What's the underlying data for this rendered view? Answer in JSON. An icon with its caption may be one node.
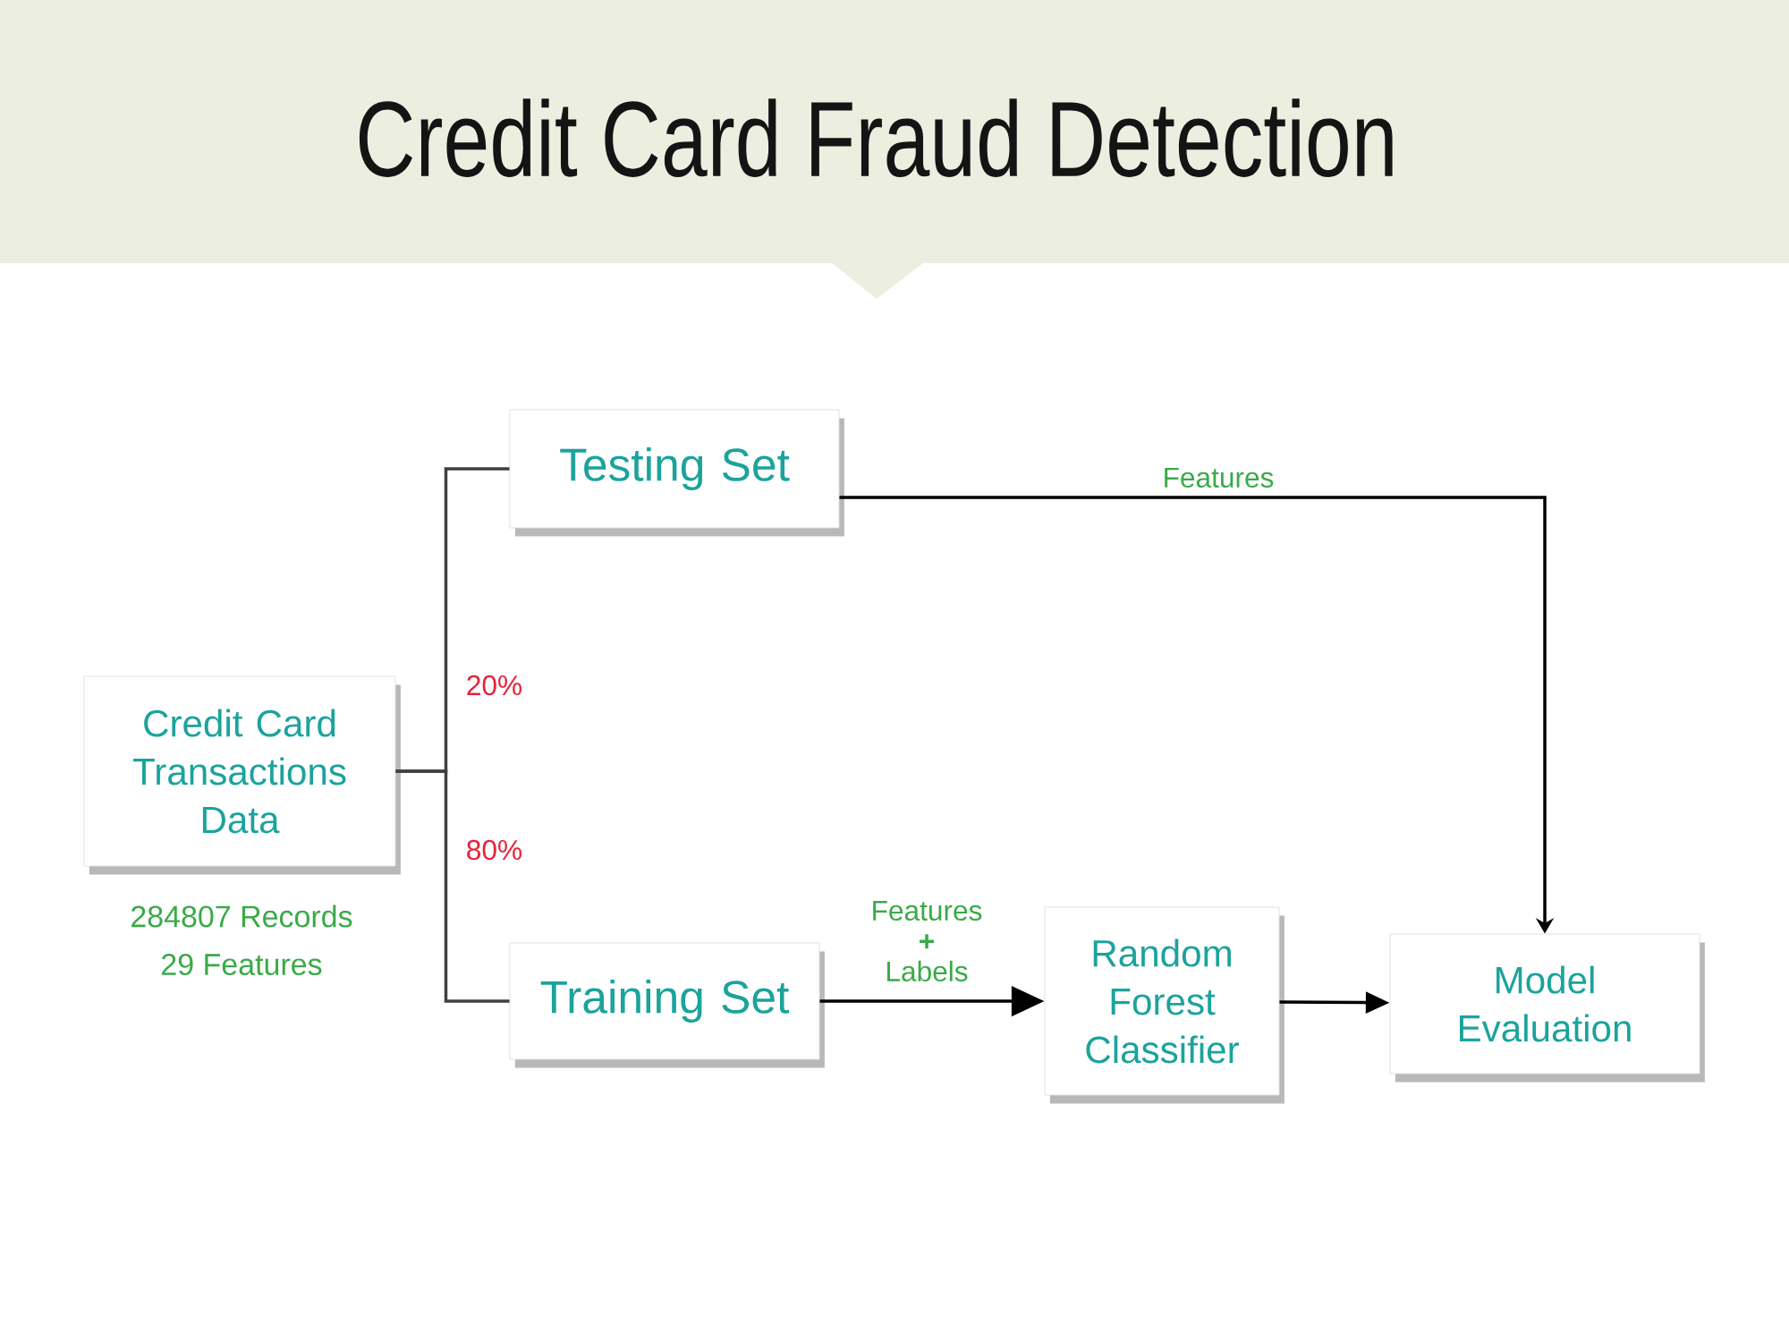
{
  "diagram": {
    "title": "Credit Card Fraud Detection",
    "nodes": [
      {
        "text": [
          "Credit Card Transactions Data"
        ],
        "beside": [
          "284807 Records",
          "29 Features"
        ]
      },
      {
        "text": [
          "Testing Set"
        ]
      },
      {
        "text": [
          "Training Set"
        ]
      },
      {
        "text": [
          "Random Forest Classifier"
        ]
      },
      {
        "text": [
          "Model Evaluation"
        ]
      }
    ],
    "edges": [
      {
        "from": 0,
        "to": 1,
        "arrow": "none",
        "label": "20%",
        "color": "#404040"
      },
      {
        "from": 0,
        "to": 2,
        "arrow": "none",
        "label": "80%",
        "color": "#404040"
      },
      {
        "from": 1,
        "to": 4,
        "arrow": "to",
        "label": "Features"
      },
      {
        "from": 2,
        "to": 3,
        "arrow": "to",
        "label": "Features **+** Labels"
      },
      {
        "from": 3,
        "to": 4,
        "arrow": "to"
      }
    ]
  }
}
